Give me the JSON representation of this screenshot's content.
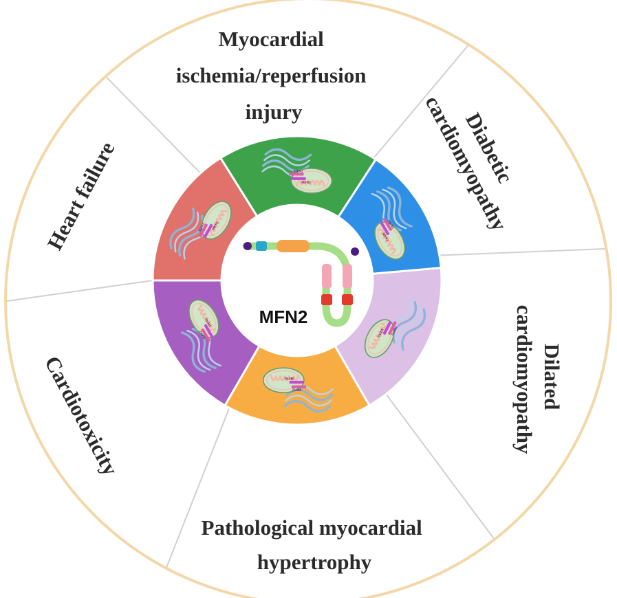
{
  "center_label": "MFN2",
  "protein_tag": "MFN2",
  "outer_ring_color": "#f3d7a8",
  "divider_color": "#d0d0d0",
  "diseases": [
    {
      "id": "mi",
      "lines": [
        "Myocardial",
        "ischemia/reperfusion",
        "injury"
      ],
      "color": "#3da24a"
    },
    {
      "id": "diabetic",
      "lines": [
        "Diabetic",
        "cardiomyopathy"
      ],
      "color": "#2e8fe6"
    },
    {
      "id": "dilated",
      "lines": [
        "Dilated",
        "cardiomyopathy"
      ],
      "color": "#dcc0e6"
    },
    {
      "id": "hypertrophy",
      "lines": [
        "Pathological myocardial",
        "hypertrophy"
      ],
      "color": "#f7ad43"
    },
    {
      "id": "cardiotoxicity",
      "lines": [
        "Cardiotoxicity"
      ],
      "color": "#a65ec0"
    },
    {
      "id": "heart-failure",
      "lines": [
        "Heart failure"
      ],
      "color": "#e0716b"
    }
  ]
}
